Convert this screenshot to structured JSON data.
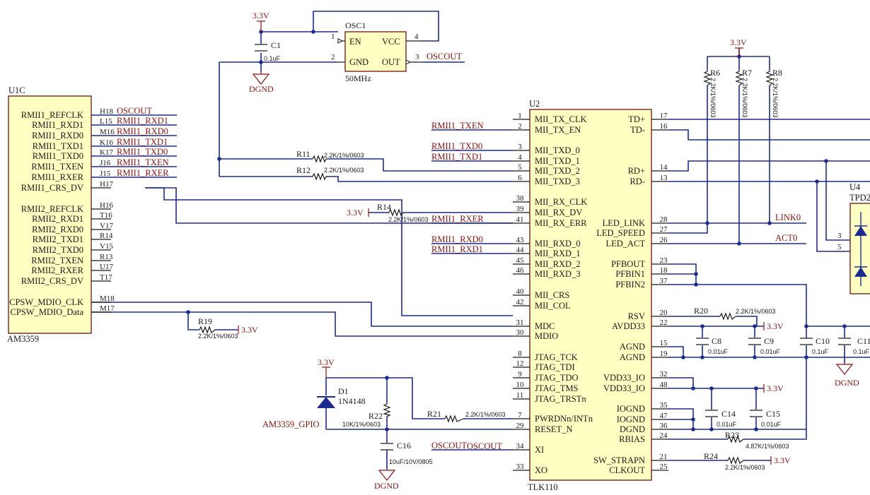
{
  "u1c": {
    "ref": "U1C",
    "part": "AM3359",
    "pins": [
      {
        "name": "RMII1_REFCLK",
        "num": "H18",
        "net": "OSCOUT"
      },
      {
        "name": "RMII1_RXD1",
        "num": "L15",
        "net": "RMII1_RXD1"
      },
      {
        "name": "RMII1_RXD0",
        "num": "M16",
        "net": "RMII1_RXD0"
      },
      {
        "name": "RMII1_TXD1",
        "num": "K16",
        "net": "RMII1_TXD1"
      },
      {
        "name": "RMII1_TXD0",
        "num": "K17",
        "net": "RMII1_TXD0"
      },
      {
        "name": "RMII1_TXEN",
        "num": "J16",
        "net": "RMII1_TXEN"
      },
      {
        "name": "RMII1_RXER",
        "num": "J15",
        "net": "RMII1_RXER"
      },
      {
        "name": "RMII1_CRS_DV",
        "num": "H17",
        "net": ""
      },
      {
        "name": "RMII2_REFCLK",
        "num": "H16",
        "net": ""
      },
      {
        "name": "RMII2_RXD1",
        "num": "T16",
        "net": ""
      },
      {
        "name": "RMII2_RXD0",
        "num": "V17",
        "net": ""
      },
      {
        "name": "RMII2_TXD1",
        "num": "R14",
        "net": ""
      },
      {
        "name": "RMII2_TXD0",
        "num": "V15",
        "net": ""
      },
      {
        "name": "RMII2_TXEN",
        "num": "R13",
        "net": ""
      },
      {
        "name": "RMII2_RXER",
        "num": "U17",
        "net": ""
      },
      {
        "name": "RMII2_CRS_DV",
        "num": "T17",
        "net": ""
      },
      {
        "name": "CPSW_MDIO_CLK",
        "num": "M18",
        "net": ""
      },
      {
        "name": "CPSW_MDIO_Data",
        "num": "M17",
        "net": ""
      }
    ]
  },
  "u2": {
    "ref": "U2",
    "part": "TLK110",
    "left_pins": [
      {
        "name": "MII_TX_CLK",
        "num": "1",
        "net": ""
      },
      {
        "name": "MII_TX_EN",
        "num": "2",
        "net": "RMII1_TXEN"
      },
      {
        "name": "MII_TXD_0",
        "num": "3",
        "net": "RMII1_TXD0"
      },
      {
        "name": "MII_TXD_1",
        "num": "4",
        "net": "RMII1_TXD1"
      },
      {
        "name": "MII_TXD_2",
        "num": "5",
        "net": ""
      },
      {
        "name": "MII_TXD_3",
        "num": "6",
        "net": ""
      },
      {
        "name": "MII_RX_CLK",
        "num": "38",
        "net": ""
      },
      {
        "name": "MII_RX_DV",
        "num": "39",
        "net": ""
      },
      {
        "name": "MII_RX_ERR",
        "num": "41",
        "net": "RMII1_RXER"
      },
      {
        "name": "MII_RXD_0",
        "num": "43",
        "net": "RMII1_RXD0"
      },
      {
        "name": "MII_RXD_1",
        "num": "44",
        "net": "RMII1_RXD1"
      },
      {
        "name": "MII_RXD_2",
        "num": "45",
        "net": ""
      },
      {
        "name": "MII_RXD_3",
        "num": "46",
        "net": ""
      },
      {
        "name": "MII_CRS",
        "num": "40",
        "net": ""
      },
      {
        "name": "MII_COL",
        "num": "42",
        "net": ""
      },
      {
        "name": "MDC",
        "num": "31",
        "net": ""
      },
      {
        "name": "MDIO",
        "num": "30",
        "net": ""
      },
      {
        "name": "JTAG_TCK",
        "num": "8",
        "net": ""
      },
      {
        "name": "JTAG_TDI",
        "num": "12",
        "net": ""
      },
      {
        "name": "JTAG_TDO",
        "num": "9",
        "net": ""
      },
      {
        "name": "JTAG_TMS",
        "num": "10",
        "net": ""
      },
      {
        "name": "JTAG_TRSTn",
        "num": "11",
        "net": ""
      },
      {
        "name": "PWRDNn/INTn",
        "num": "7",
        "net": ""
      },
      {
        "name": "RESET_N",
        "num": "29",
        "net": ""
      },
      {
        "name": "XI",
        "num": "34",
        "net": "OSCOUT"
      },
      {
        "name": "XO",
        "num": "33",
        "net": ""
      }
    ],
    "right_pins": [
      {
        "name": "TD+",
        "num": "17"
      },
      {
        "name": "TD-",
        "num": "16"
      },
      {
        "name": "RD+",
        "num": "14"
      },
      {
        "name": "RD-",
        "num": "13"
      },
      {
        "name": "LED_LINK",
        "num": "28"
      },
      {
        "name": "LED_SPEED",
        "num": "27"
      },
      {
        "name": "LED_ACT",
        "num": "26"
      },
      {
        "name": "PFBOUT",
        "num": "23"
      },
      {
        "name": "PFBIN1",
        "num": "18"
      },
      {
        "name": "PFBIN2",
        "num": "37"
      },
      {
        "name": "RSV",
        "num": "20"
      },
      {
        "name": "AVDD33",
        "num": "22"
      },
      {
        "name": "AGND",
        "num": "15"
      },
      {
        "name": "AGND",
        "num": "19"
      },
      {
        "name": "VDD33_IO",
        "num": "32"
      },
      {
        "name": "VDD33_IO",
        "num": "48"
      },
      {
        "name": "IOGND",
        "num": "35"
      },
      {
        "name": "IOGND",
        "num": "47"
      },
      {
        "name": "DGND",
        "num": "36"
      },
      {
        "name": "RBIAS",
        "num": "24"
      },
      {
        "name": "SW_STRAPN",
        "num": "21"
      },
      {
        "name": "CLKOUT",
        "num": "25"
      }
    ]
  },
  "osc1": {
    "ref": "OSC1",
    "value": "50MHz",
    "pins": [
      {
        "name": "EN",
        "num": "1"
      },
      {
        "name": "GND",
        "num": "2"
      },
      {
        "name": "VCC",
        "num": "4"
      },
      {
        "name": "OUT",
        "num": "3"
      }
    ],
    "out_net": "OSCOUT"
  },
  "u4": {
    "ref": "U4",
    "part": "TPD2",
    "pin_a": "3",
    "pin_b": "5"
  },
  "nets": {
    "link0": "LINK0",
    "act0": "ACT0",
    "am_gpio": "AM3359_GPIO",
    "oscout_xi": "OSCOUT"
  },
  "power": {
    "v33": "3.3V",
    "dgnd": "DGND"
  },
  "resistors": [
    {
      "ref": "R6",
      "value": "2.2K/1%/0603"
    },
    {
      "ref": "R7",
      "value": "2.2K/1%/0603"
    },
    {
      "ref": "R8",
      "value": "2.2K/1%/0603"
    },
    {
      "ref": "R11",
      "value": "2.2K/1%/0603"
    },
    {
      "ref": "R12",
      "value": "2.2K/1%/0603"
    },
    {
      "ref": "R14",
      "value": "2.2K/1%/0603"
    },
    {
      "ref": "R19",
      "value": "2.2K/1%/0603"
    },
    {
      "ref": "R20",
      "value": "2.2K/1%/0603"
    },
    {
      "ref": "R21",
      "value": "2.2K/1%/0603"
    },
    {
      "ref": "R22",
      "value": "10K/1%/0603"
    },
    {
      "ref": "R23",
      "value": "4.87K/1%/0603"
    },
    {
      "ref": "R24",
      "value": "2.2K/1%/0603"
    }
  ],
  "capacitors": [
    {
      "ref": "C1",
      "value": "0.1uF"
    },
    {
      "ref": "C8",
      "value": "0.01uF"
    },
    {
      "ref": "C9",
      "value": "0.01uF"
    },
    {
      "ref": "C10",
      "value": "0.1uF"
    },
    {
      "ref": "C11",
      "value": "0.1uF"
    },
    {
      "ref": "C14",
      "value": "0.01uF"
    },
    {
      "ref": "C15",
      "value": "0.01uF"
    },
    {
      "ref": "C16",
      "value": "10uF/10V/0805"
    }
  ],
  "diode": {
    "ref": "D1",
    "value": "1N4148"
  }
}
